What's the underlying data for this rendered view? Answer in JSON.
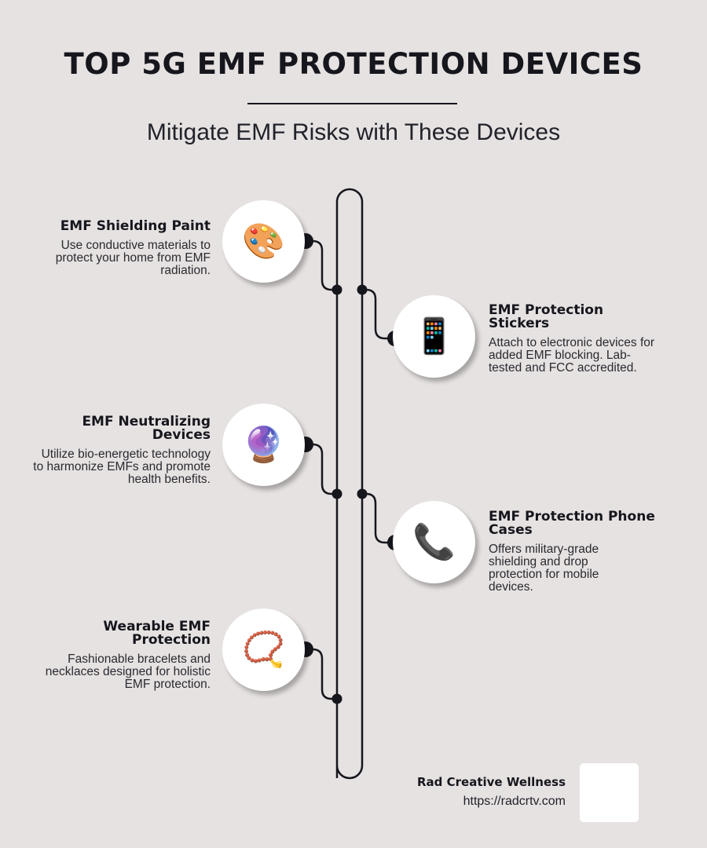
{
  "header": {
    "title": "TOP 5G EMF PROTECTION DEVICES",
    "subtitle": "Mitigate EMF Risks with These Devices"
  },
  "colors": {
    "background": "#e6e2e1",
    "ink": "#16161d",
    "bubble": "#ffffff"
  },
  "items": [
    {
      "side": "left",
      "icon": "artist-palette-icon",
      "glyph": "🎨",
      "title": "EMF Shielding Paint",
      "description": "Use conductive materials to protect your home from EMF radiation."
    },
    {
      "side": "right",
      "icon": "mobile-phone-icon",
      "glyph": "📱",
      "title": "EMF Protection Stickers",
      "description": "Attach to electronic devices for added EMF blocking. Lab-tested and FCC accredited."
    },
    {
      "side": "left",
      "icon": "crystal-ball-icon",
      "glyph": "🔮",
      "title": "EMF Neutralizing Devices",
      "description": "Utilize bio-energetic technology to harmonize EMFs and promote health benefits."
    },
    {
      "side": "right",
      "icon": "telephone-receiver-icon",
      "glyph": "📞",
      "title": "EMF Protection Phone Cases",
      "description": "Offers military-grade shielding and drop protection for mobile devices."
    },
    {
      "side": "left",
      "icon": "prayer-beads-icon",
      "glyph": "📿",
      "title": "Wearable EMF Protection",
      "description": "Fashionable bracelets and necklaces designed for holistic EMF protection."
    }
  ],
  "footer": {
    "brand_name": "Rad Creative Wellness",
    "url": "https://radcrtv.com"
  }
}
